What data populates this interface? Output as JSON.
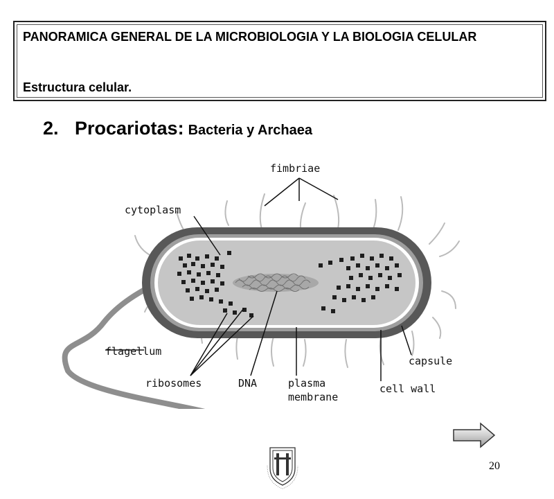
{
  "header": {
    "title": "PANORAMICA GENERAL DE LA MICROBIOLOGIA Y LA BIOLOGIA CELULAR",
    "subtitle": "Estructura celular."
  },
  "section": {
    "number": "2.",
    "title": "Procariotas",
    "separator": ":",
    "subtitle": "Bacteria y Archaea"
  },
  "diagram": {
    "labels": {
      "fimbriae": "fimbriae",
      "cytoplasm": "cytoplasm",
      "flagellum": "flagellum",
      "capsule": "capsule",
      "ribosomes": "ribosomes",
      "dna": "DNA",
      "plasma_membrane_1": "plasma",
      "plasma_membrane_2": "membrane",
      "cell_wall": "cell wall"
    }
  },
  "footer": {
    "page_number": "20",
    "next_icon": "right-arrow-icon",
    "logo_icon": "university-crest-icon"
  }
}
